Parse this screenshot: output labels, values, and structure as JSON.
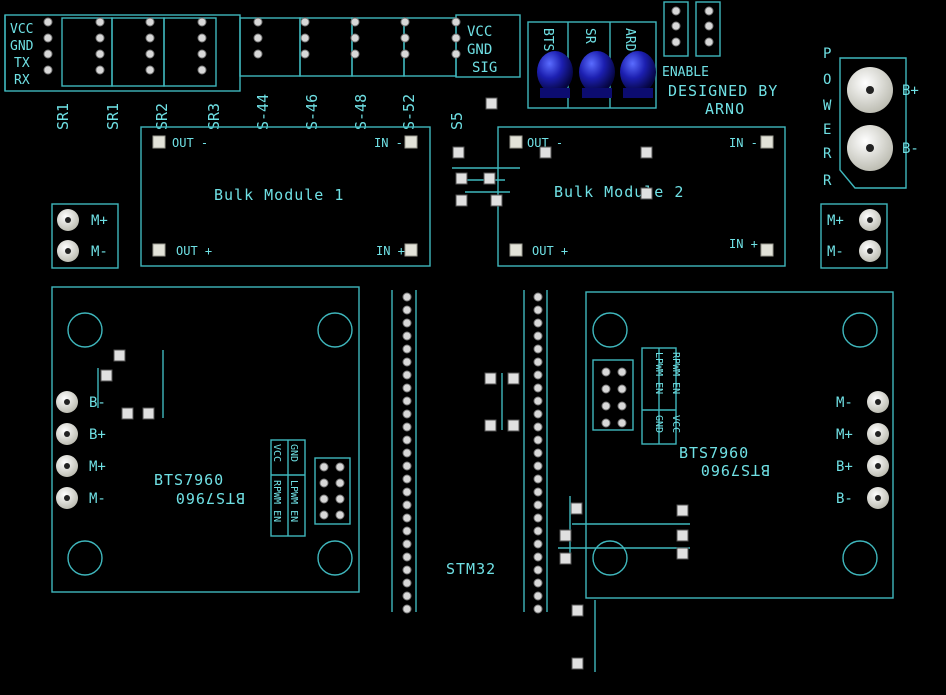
{
  "header": {
    "uart_labels": [
      "VCC",
      "GND",
      "TX",
      "RX"
    ],
    "servo_power_labels": [
      "VCC",
      "GND",
      "SIG"
    ],
    "channel_labels": [
      "SR1",
      "SR1",
      "SR2",
      "SR3",
      "S-44",
      "S-46",
      "S-48",
      "S-52",
      "S5"
    ]
  },
  "leds": {
    "labels": [
      "BTS",
      "SR",
      "ARD"
    ],
    "color": "#1c1fb0"
  },
  "enable": {
    "label": "ENABLE"
  },
  "credit": {
    "line1": "DESIGNED BY",
    "line2": "ARNO"
  },
  "power": {
    "vertical_label": [
      "P",
      "O",
      "W",
      "E",
      "R",
      "R"
    ],
    "pad_labels": [
      "B+",
      "B-"
    ]
  },
  "motor_terminals": {
    "left": [
      "M+",
      "M-"
    ],
    "right": [
      "M+",
      "M-"
    ]
  },
  "bulk_modules": [
    {
      "title": "Bulk Module 1",
      "pins": [
        "OUT -",
        "IN -",
        "OUT +",
        "IN +"
      ]
    },
    {
      "title": "Bulk Module 2",
      "pins": [
        "OUT -",
        "IN -",
        "OUT +",
        "IN +"
      ]
    }
  ],
  "stm32": {
    "label": "STM32"
  },
  "bts7960": {
    "left": {
      "title": "BTS7960",
      "terminals": [
        "B-",
        "B+",
        "M+",
        "M-"
      ],
      "control": [
        "VCC",
        "GND",
        "RPWM EN",
        "LPWM EN"
      ]
    },
    "right": {
      "title": "BTS7960",
      "terminals": [
        "M-",
        "M+",
        "B+",
        "B-"
      ],
      "control": [
        "LPWM EN",
        "RPWM EN",
        "GND",
        "VCC"
      ]
    }
  },
  "colors": {
    "background": "#000000",
    "silkscreen": "#3fb7bd",
    "text": "#6fe0e4",
    "pad": "#e2e2d8"
  }
}
